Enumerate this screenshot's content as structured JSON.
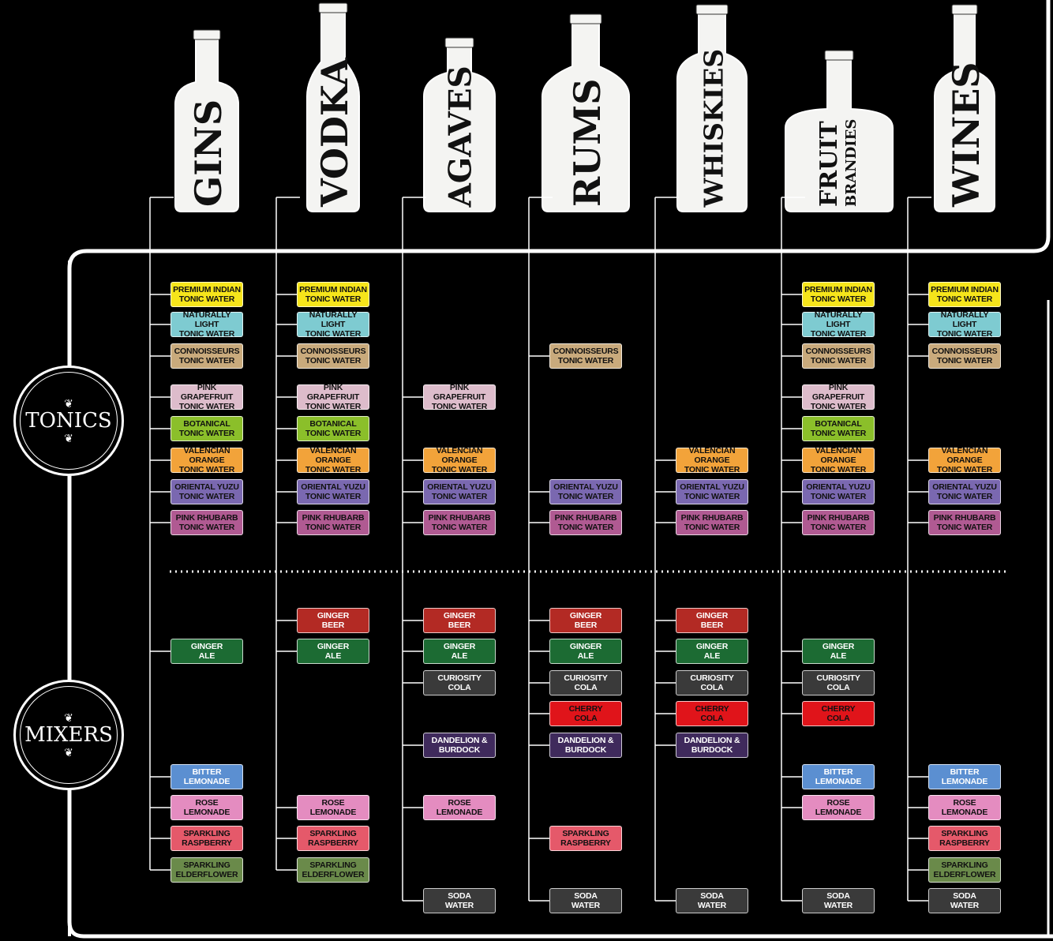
{
  "categories": [
    {
      "name": "GINS",
      "sub": ""
    },
    {
      "name": "VODKA",
      "sub": ""
    },
    {
      "name": "AGAVES",
      "sub": ""
    },
    {
      "name": "RUMS",
      "sub": ""
    },
    {
      "name": "WHISKIES",
      "sub": ""
    },
    {
      "name": "FRUIT",
      "sub": "BRANDIES"
    },
    {
      "name": "WINES",
      "sub": ""
    }
  ],
  "sections": {
    "tonics": "TONICS",
    "mixers": "MIXERS",
    "ornament": "❦"
  },
  "products": [
    {
      "id": "premium",
      "label": "PREMIUM INDIAN\nTONIC WATER",
      "bg": "#f6e51b",
      "fg": "#111111"
    },
    {
      "id": "light",
      "label": "NATURALLY LIGHT\nTONIC WATER",
      "bg": "#7ecbd1",
      "fg": "#111111"
    },
    {
      "id": "conn",
      "label": "CONNOISSEURS\nTONIC WATER",
      "bg": "#c9aa7c",
      "fg": "#111111"
    },
    {
      "id": "pinkgf",
      "label": "PINK GRAPEFRUIT\nTONIC WATER",
      "bg": "#ddbccb",
      "fg": "#111111"
    },
    {
      "id": "botan",
      "label": "BOTANICAL\nTONIC WATER",
      "bg": "#8bbf2a",
      "fg": "#111111"
    },
    {
      "id": "valencia",
      "label": "VALENCIAN ORANGE\nTONIC WATER",
      "bg": "#f2a33a",
      "fg": "#111111"
    },
    {
      "id": "yuzu",
      "label": "ORIENTAL YUZU\nTONIC WATER",
      "bg": "#7a68b0",
      "fg": "#111111"
    },
    {
      "id": "rhubarb",
      "label": "PINK RHUBARB\nTONIC WATER",
      "bg": "#b05a92",
      "fg": "#111111"
    },
    {
      "id": "gbeer",
      "label": "GINGER\nBEER",
      "bg": "#b32a24",
      "fg": "#ffffff"
    },
    {
      "id": "gale",
      "label": "GINGER\nALE",
      "bg": "#1c6b33",
      "fg": "#ffffff"
    },
    {
      "id": "cola",
      "label": "CURIOSITY\nCOLA",
      "bg": "#3a3a3a",
      "fg": "#ffffff"
    },
    {
      "id": "cherry",
      "label": "CHERRY\nCOLA",
      "bg": "#e0141a",
      "fg": "#111111"
    },
    {
      "id": "dandelion",
      "label": "DANDELION &\nBURDOCK",
      "bg": "#3f2a5c",
      "fg": "#ffffff"
    },
    {
      "id": "bitter",
      "label": "BITTER\nLEMONADE",
      "bg": "#5b8fd1",
      "fg": "#ffffff"
    },
    {
      "id": "rose",
      "label": "ROSE\nLEMONADE",
      "bg": "#e48cc0",
      "fg": "#111111"
    },
    {
      "id": "rasp",
      "label": "SPARKLING\nRASPBERRY",
      "bg": "#e5596a",
      "fg": "#111111"
    },
    {
      "id": "elder",
      "label": "SPARKLING\nELDERFLOWER",
      "bg": "#6a8a4a",
      "fg": "#111111"
    },
    {
      "id": "soda",
      "label": "SODA\nWATER",
      "bg": "#3a3a3a",
      "fg": "#ffffff"
    }
  ],
  "pairings": [
    [
      "premium",
      "light",
      "conn",
      "pinkgf",
      "botan",
      "valencia",
      "yuzu",
      "rhubarb",
      "gale",
      "bitter",
      "rose",
      "rasp",
      "elder"
    ],
    [
      "premium",
      "light",
      "conn",
      "pinkgf",
      "botan",
      "valencia",
      "yuzu",
      "rhubarb",
      "gbeer",
      "gale",
      "rose",
      "rasp",
      "elder"
    ],
    [
      "pinkgf",
      "valencia",
      "yuzu",
      "rhubarb",
      "gbeer",
      "gale",
      "cola",
      "dandelion",
      "rose",
      "soda"
    ],
    [
      "conn",
      "yuzu",
      "rhubarb",
      "gbeer",
      "gale",
      "cola",
      "cherry",
      "dandelion",
      "rasp",
      "soda"
    ],
    [
      "valencia",
      "yuzu",
      "rhubarb",
      "gbeer",
      "gale",
      "cola",
      "cherry",
      "dandelion",
      "soda"
    ],
    [
      "premium",
      "light",
      "conn",
      "pinkgf",
      "botan",
      "valencia",
      "yuzu",
      "rhubarb",
      "gale",
      "cola",
      "cherry",
      "bitter",
      "rose",
      "soda"
    ],
    [
      "premium",
      "light",
      "conn",
      "valencia",
      "yuzu",
      "rhubarb",
      "bitter",
      "rose",
      "rasp",
      "elder",
      "soda"
    ]
  ]
}
